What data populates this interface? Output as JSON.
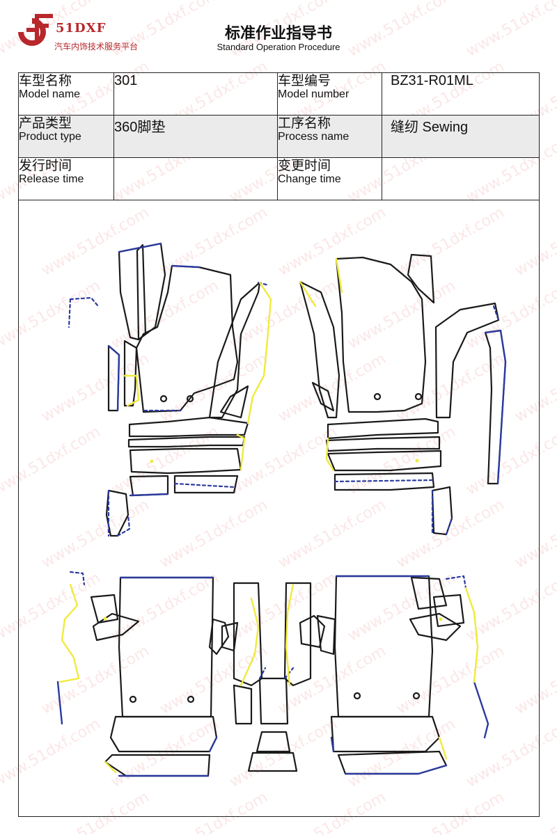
{
  "brand": {
    "name": "51DXF",
    "tagline": "汽车内饰技术服务平台",
    "accent_color": "#b8272c"
  },
  "header": {
    "title": "标准作业指导书",
    "subtitle": "Standard Operation Procedure"
  },
  "info": {
    "model_name": {
      "label_cn": "车型名称",
      "label_en": "Model name",
      "value": "301"
    },
    "model_number": {
      "label_cn": "车型编号",
      "label_en": "Model number",
      "value": "BZ31-R01ML"
    },
    "product_type": {
      "label_cn": "产品类型",
      "label_en": "Product type",
      "value": "360脚垫"
    },
    "process_name": {
      "label_cn": "工序名称",
      "label_en": "Process name",
      "value": "缝纫 Sewing"
    },
    "release_time": {
      "label_cn": "发行时间",
      "label_en": "Release time",
      "value": ""
    },
    "change_time": {
      "label_cn": "变更时间",
      "label_en": "Change time",
      "value": ""
    }
  },
  "diagram": {
    "icon": "floor-mat-pattern-diagram",
    "colors": {
      "outline": "#1a1a1a",
      "blue_edge": "#2b3a9e",
      "yellow_edge": "#f0ea3c"
    }
  },
  "watermark_text": "www.51dxf.com"
}
